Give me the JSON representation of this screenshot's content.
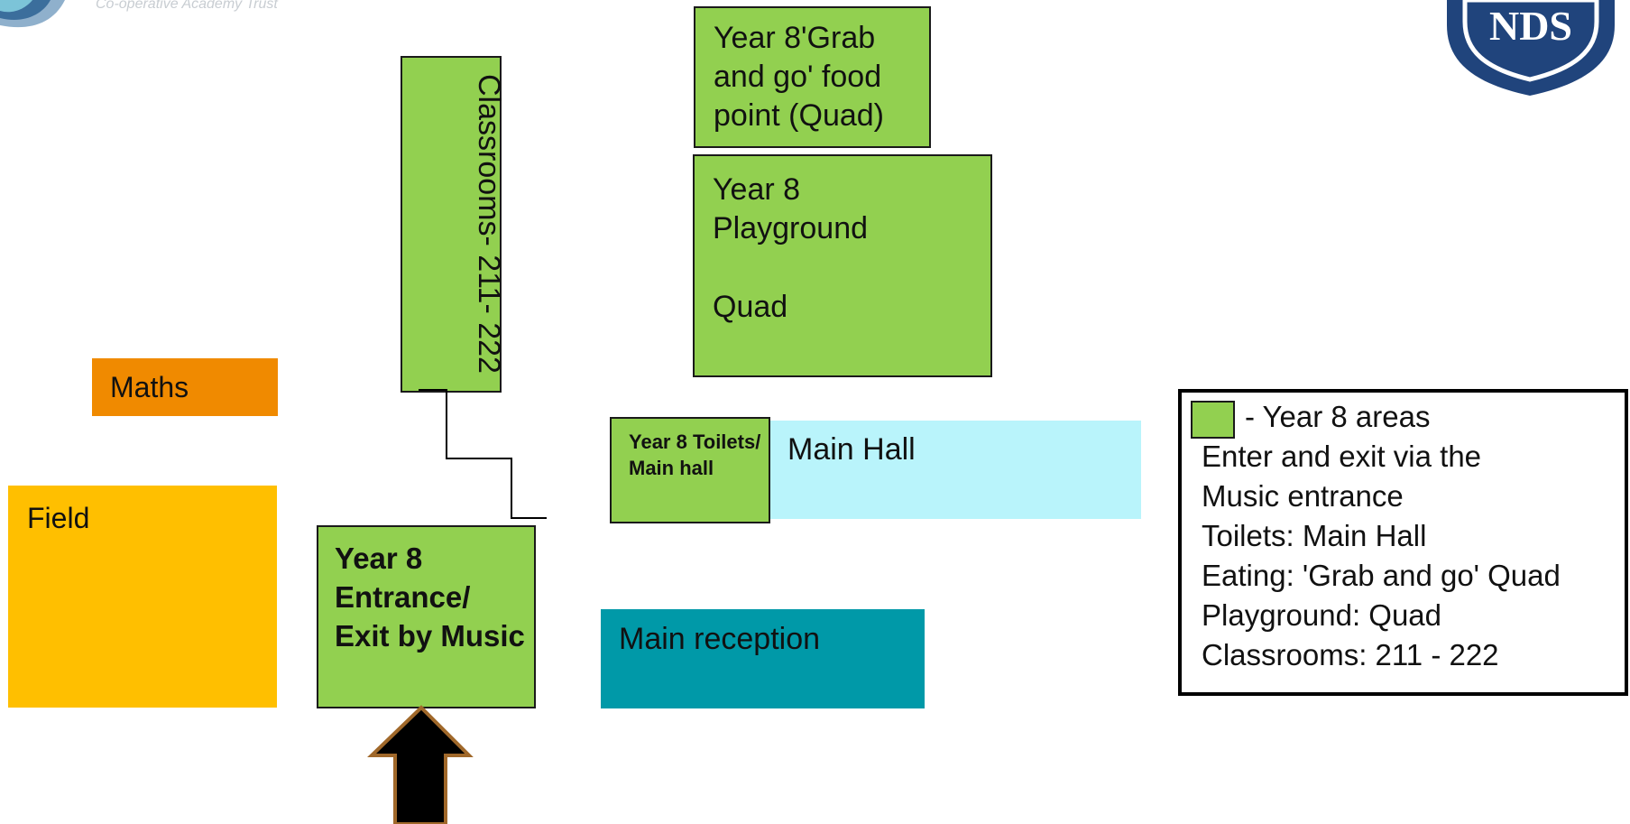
{
  "logos": {
    "left_trust_text": "Co-operative Academy Trust",
    "right_crest_initials": "NDS"
  },
  "rooms": {
    "maths": "Maths",
    "field": "Field",
    "classrooms": "Classrooms- 211- 222",
    "grab_and_go": "Year 8'Grab and go' food point (Quad)",
    "playground_line1": "Year 8 Playground",
    "playground_line2": "Quad",
    "main_hall": "Main Hall",
    "toilets": "Year 8 Toilets/ Main hall",
    "entrance": "Year 8 Entrance/ Exit by Music",
    "reception": "Main reception"
  },
  "legend": {
    "swatch_label": "- Year 8 areas",
    "lines": [
      "Enter and exit via the",
      "Music entrance",
      "Toilets: Main Hall",
      "Eating: 'Grab and go' Quad",
      "Playground: Quad",
      "Classrooms: 211 - 222"
    ]
  },
  "colors": {
    "year8_area": "#92d050",
    "maths": "#f08a00",
    "field": "#ffbf00",
    "main_hall": "#b9f4fb",
    "reception": "#0099a8",
    "arrow_fill": "#000000",
    "arrow_outline": "#a0682a"
  }
}
